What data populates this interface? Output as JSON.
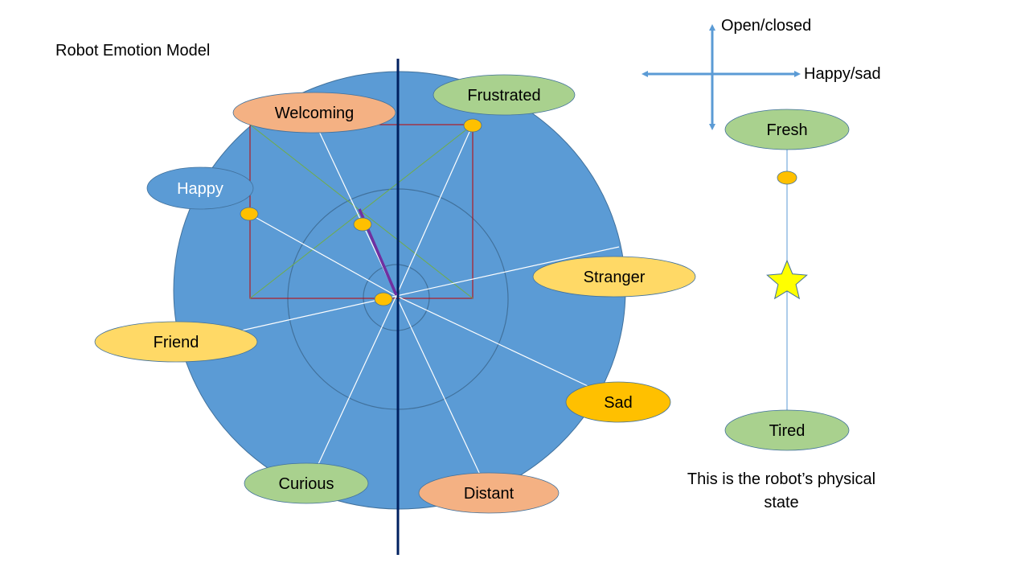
{
  "title": "Robot Emotion Model",
  "axis_legend": {
    "vertical_label": "Open/closed",
    "horizontal_label": "Happy/sad"
  },
  "emotions": [
    {
      "label": "Welcoming",
      "color": "#F4B183"
    },
    {
      "label": "Frustrated",
      "color": "#A9D18E"
    },
    {
      "label": "Happy",
      "color": "#5B9BD5"
    },
    {
      "label": "Stranger",
      "color": "#FFD966"
    },
    {
      "label": "Friend",
      "color": "#FFD966"
    },
    {
      "label": "Sad",
      "color": "#FFC000"
    },
    {
      "label": "Curious",
      "color": "#A9D18E"
    },
    {
      "label": "Distant",
      "color": "#F4B183"
    }
  ],
  "physical_state": {
    "top_label": "Fresh",
    "bottom_label": "Tired",
    "caption": "This is the robot’s physical state",
    "marker_icon": "star-icon"
  },
  "colors": {
    "circle_fill": "#5B9BD5",
    "circle_stroke": "#41719C",
    "axis_line": "#002060",
    "selection_box": "#C00000",
    "marker_dot": "#FFC000",
    "vector_line": "#7030A0",
    "legend_arrow": "#5B9BD5",
    "star_fill": "#FFFF00"
  }
}
